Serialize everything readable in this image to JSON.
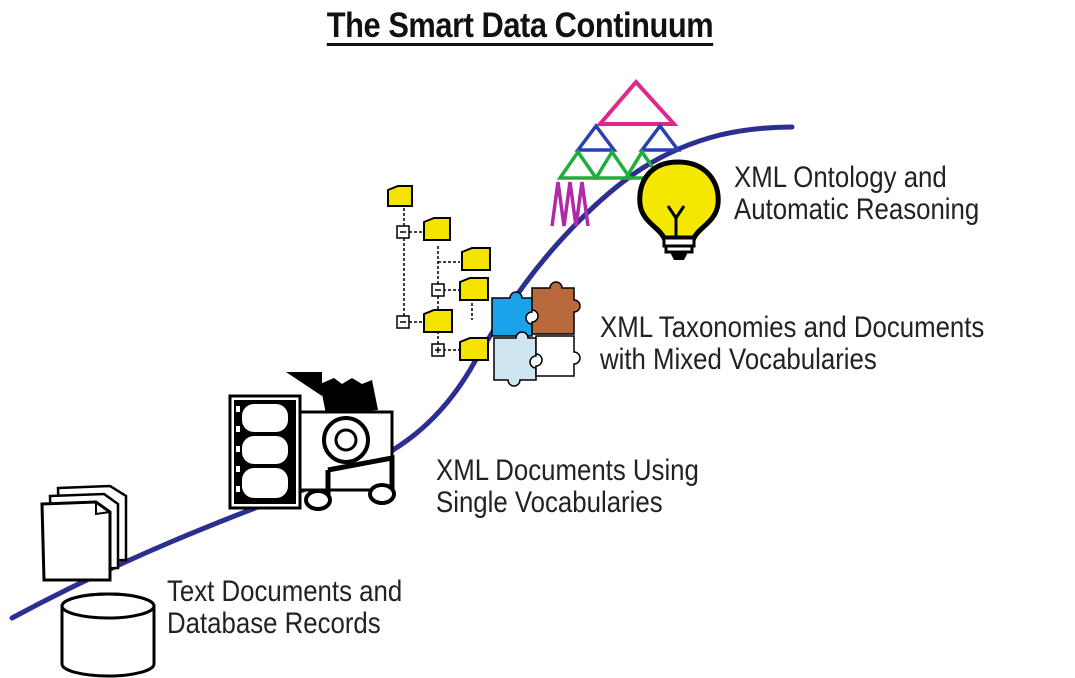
{
  "title": "The Smart Data Continuum",
  "stages": [
    {
      "line1": "Text Documents and",
      "line2": "Database Records",
      "icon": "document-stack-and-database-icon"
    },
    {
      "line1": "XML Documents Using",
      "line2": "Single Vocabularies",
      "icon": "film-and-music-media-icon"
    },
    {
      "line1": "XML Taxonomies and Documents",
      "line2": "with Mixed Vocabularies",
      "icon": "folder-tree-and-puzzle-icon"
    },
    {
      "line1": "XML Ontology and",
      "line2": "Automatic Reasoning",
      "icon": "triangle-network-and-lightbulb-icon"
    }
  ],
  "colors": {
    "curve": "#2b2f8f",
    "folder": "#f4e300",
    "puzzle_blue": "#1aa3e8",
    "puzzle_brown": "#b86a3c",
    "puzzle_light": "#cfe6f2",
    "triangle_top": "#e0288a",
    "triangle_mid": "#2b3fb0",
    "triangle_low": "#1fae3c",
    "triangle_bottom": "#b02aa8",
    "bulb": "#f5e800"
  }
}
